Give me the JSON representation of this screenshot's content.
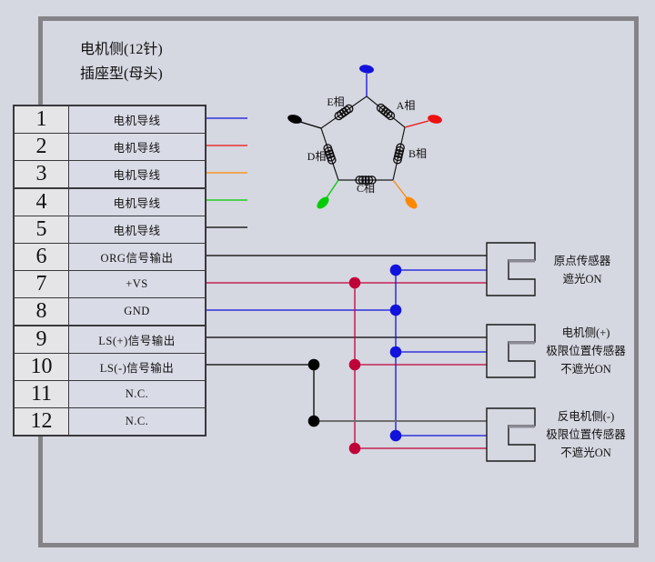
{
  "title": {
    "line1": "电机侧(12针)",
    "line2": "插座型(母头)"
  },
  "connector_table": {
    "rows": [
      {
        "pin": "1",
        "label": "电机导线"
      },
      {
        "pin": "2",
        "label": "电机导线"
      },
      {
        "pin": "3",
        "label": "电机导线"
      },
      {
        "pin": "4",
        "label": "电机导线"
      },
      {
        "pin": "5",
        "label": "电机导线"
      },
      {
        "pin": "6",
        "label": "ORG信号输出"
      },
      {
        "pin": "7",
        "label": "+VS"
      },
      {
        "pin": "8",
        "label": "GND"
      },
      {
        "pin": "9",
        "label": "LS(+)信号输出"
      },
      {
        "pin": "10",
        "label": "LS(-)信号输出"
      },
      {
        "pin": "11",
        "label": "N.C."
      },
      {
        "pin": "12",
        "label": "N.C."
      }
    ]
  },
  "motor_diagram": {
    "phase_labels": {
      "a": "A相",
      "b": "B相",
      "c": "C相",
      "d": "D相",
      "e": "E相"
    }
  },
  "sensors": [
    {
      "lines": [
        "原点传感器",
        "遮光ON",
        ""
      ]
    },
    {
      "lines": [
        "电机侧(+)",
        "极限位置传感器",
        "不遮光ON"
      ]
    },
    {
      "lines": [
        "反电机侧(-)",
        "极限位置传感器",
        "不遮光ON"
      ]
    }
  ],
  "colors": {
    "bg_color": "#d5d7e1",
    "frame_gray": "#848488",
    "table_border": "#39393d",
    "table_numcell": "#e5e5e7",
    "table_labelcell": "#d9dbe6",
    "wire_blue": "#1212dd",
    "wire_crimson": "#c00038",
    "wire_black": "#000000",
    "wire_gray": "#6e6e72",
    "wire_red": "#ee1111",
    "wire_orange": "#ff8800",
    "wire_green": "#00cc00"
  }
}
